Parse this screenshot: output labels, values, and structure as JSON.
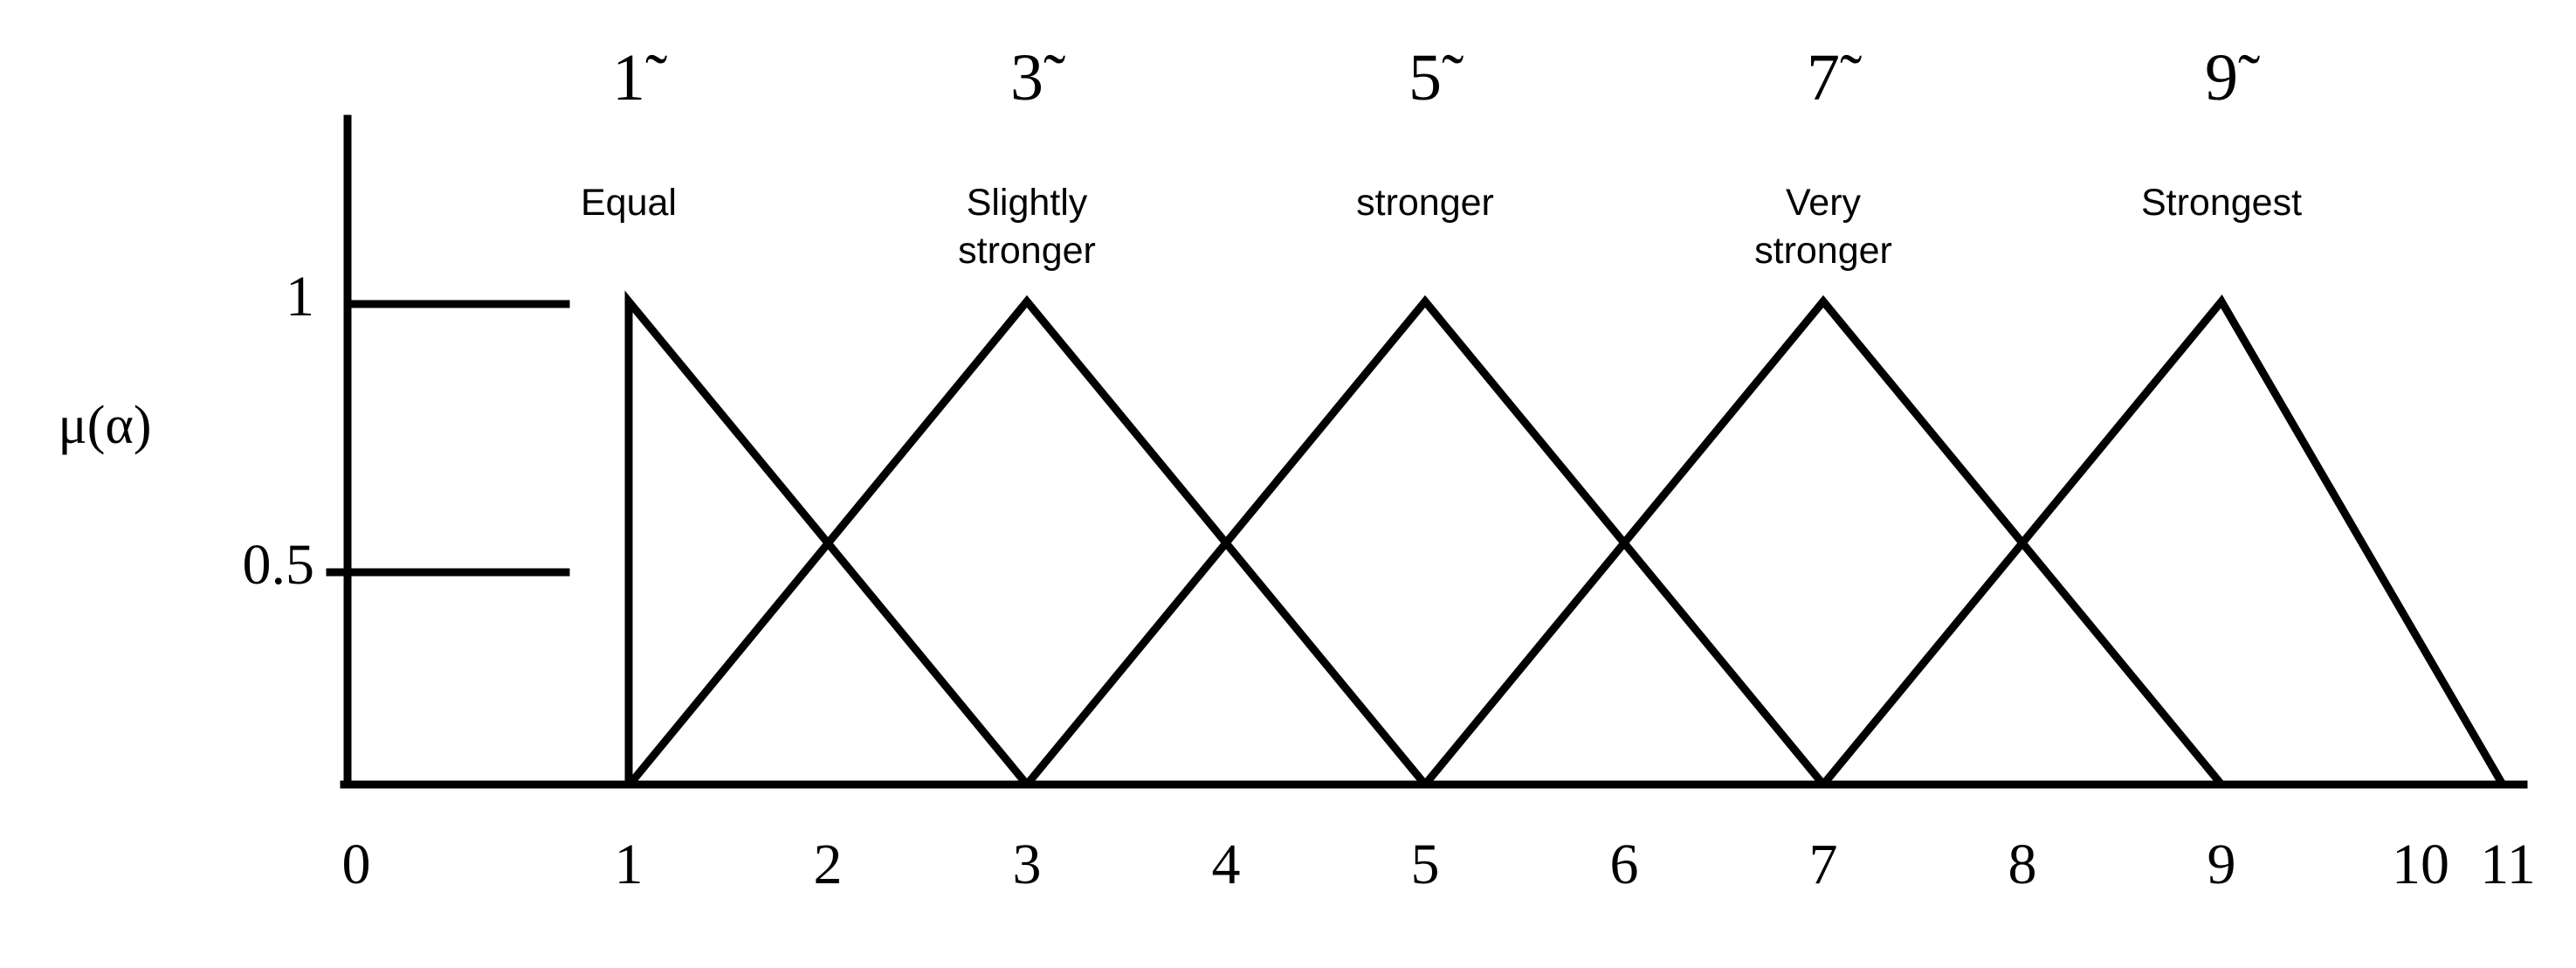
{
  "chart_data": {
    "type": "line",
    "title": "",
    "xlabel": "",
    "ylabel": "μ(α)",
    "xlim": [
      0,
      11.45
    ],
    "ylim": [
      0,
      1.22
    ],
    "grid": false,
    "legend_position": "above-curves",
    "xticks": [
      "0",
      "1",
      "2",
      "3",
      "4",
      "5",
      "6",
      "7",
      "8",
      "9",
      "10",
      "11"
    ],
    "xtick_values": [
      0,
      1,
      2,
      3,
      4,
      5,
      6,
      7,
      8,
      9,
      10,
      11
    ],
    "yticks": [
      "1",
      "0.5"
    ],
    "ytick_values": [
      1,
      0.5
    ],
    "series": [
      {
        "name": "1-tilde",
        "symbol": "1̃",
        "label": "Equal",
        "peak": 1,
        "x": [
          1,
          1,
          3
        ],
        "y": [
          0,
          1,
          0
        ]
      },
      {
        "name": "3-tilde",
        "symbol": "3̃",
        "label": "Slightly stronger",
        "peak": 3,
        "x": [
          1,
          3,
          5
        ],
        "y": [
          0,
          1,
          0
        ]
      },
      {
        "name": "5-tilde",
        "symbol": "5̃",
        "label": "stronger",
        "peak": 5,
        "x": [
          3,
          5,
          7
        ],
        "y": [
          0,
          1,
          0
        ]
      },
      {
        "name": "7-tilde",
        "symbol": "7̃",
        "label": "Very stronger",
        "peak": 7,
        "x": [
          5,
          7,
          9
        ],
        "y": [
          0,
          1,
          0
        ]
      },
      {
        "name": "9-tilde",
        "symbol": "9̃",
        "label": "Strongest",
        "peak": 9,
        "x": [
          7,
          9,
          10.8
        ],
        "y": [
          0,
          1,
          0
        ]
      }
    ]
  },
  "axes": {
    "y_title": "μ(α)",
    "y_tick_1": "1",
    "y_tick_05": "0.5"
  },
  "x_tick_labels": {
    "t0": "0",
    "t1": "1",
    "t2": "2",
    "t3": "3",
    "t4": "4",
    "t5": "5",
    "t6": "6",
    "t7": "7",
    "t8": "8",
    "t9": "9",
    "t10": "10",
    "t11": "11"
  },
  "fuzzy_sets": [
    {
      "symbol": "1̃",
      "label_line1": "Equal",
      "label_line2": ""
    },
    {
      "symbol": "3̃",
      "label_line1": "Slightly",
      "label_line2": "stronger"
    },
    {
      "symbol": "5̃",
      "label_line1": "stronger",
      "label_line2": ""
    },
    {
      "symbol": "7̃",
      "label_line1": "Very",
      "label_line2": "stronger"
    },
    {
      "symbol": "9̃",
      "label_line1": "Strongest",
      "label_line2": ""
    }
  ],
  "colors": {
    "stroke": "#000000",
    "background": "#ffffff"
  }
}
